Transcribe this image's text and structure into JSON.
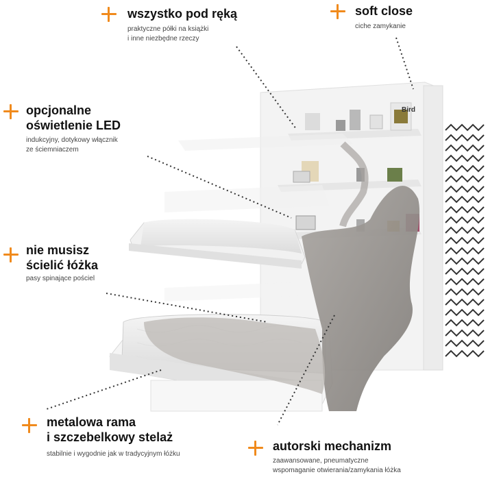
{
  "features": {
    "shelves": {
      "title": "wszystko pod ręką",
      "desc": [
        "praktyczne półki na książki",
        "i inne niezbędne rzeczy"
      ]
    },
    "soft_close": {
      "title": "soft close",
      "desc": [
        "ciche zamykanie"
      ]
    },
    "led": {
      "title": [
        "opcjonalne",
        "oświetlenie LED"
      ],
      "desc": [
        "indukcyjny, dotykowy włącznik",
        "ze ściemniaczem"
      ]
    },
    "bedding": {
      "title": [
        "nie musisz",
        "ścielić łóżka"
      ],
      "desc": [
        "pasy spinające pościel"
      ]
    },
    "frame": {
      "title": [
        "metalowa rama",
        "i szczebelkowy stelaż"
      ],
      "desc": [
        "stabilnie i wygodnie jak w tradycyjnym łóżku"
      ]
    },
    "mechanism": {
      "title": "autorski mechanizm",
      "desc": [
        "zaawansowane, pneumatyczne",
        "wspomaganie otwierania/zamykania łóżka"
      ]
    }
  },
  "book_label": "Bird",
  "colors": {
    "accent": "#f08a1c",
    "text": "#111111",
    "desc": "#444444"
  }
}
